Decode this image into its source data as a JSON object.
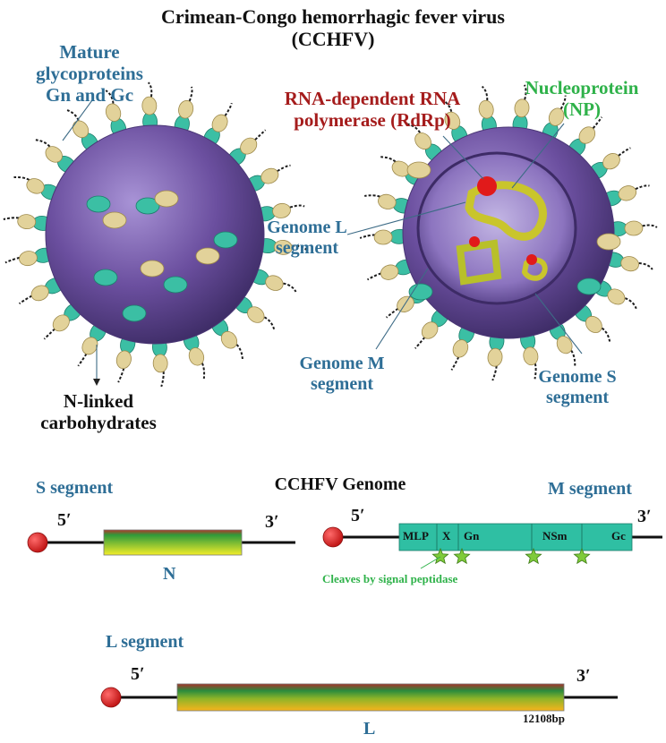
{
  "title": {
    "line1": "Crimean-Congo hemorrhagic fever virus",
    "line2": "(CCHFV)"
  },
  "virion_labels": {
    "glycoproteins": {
      "line1": "Mature",
      "line2": "glycoproteins",
      "line3": "Gn and Gc"
    },
    "carbohydrates": {
      "line1": "N-linked",
      "line2": "carbohydrates"
    },
    "rdrp": {
      "line1": "RNA-dependent RNA",
      "line2": "polymerase (RdRp)"
    },
    "nucleoprotein": {
      "line1": "Nucleoprotein",
      "line2": "(NP)"
    },
    "genome_l": {
      "line1": "Genome L",
      "line2": "segment"
    },
    "genome_m": {
      "line1": "Genome M",
      "line2": "segment"
    },
    "genome_s": {
      "line1": "Genome S",
      "line2": "segment"
    }
  },
  "genome": {
    "title": "CCHFV Genome",
    "s_segment": {
      "label": "S segment",
      "five_prime": "5ʹ",
      "three_prime": "3ʹ",
      "gene": "N"
    },
    "m_segment": {
      "label": "M segment",
      "five_prime": "5ʹ",
      "three_prime": "3ʹ",
      "domains": [
        "MLP",
        "X",
        "Gn",
        "NSm",
        "Gc"
      ],
      "cleavage_note": "Cleaves by signal peptidase"
    },
    "l_segment": {
      "label": "L segment",
      "five_prime": "5ʹ",
      "three_prime": "3ʹ",
      "gene": "L",
      "length": "12108bp"
    }
  },
  "colors": {
    "label_blue": "#2e6e96",
    "label_red": "#a51c1c",
    "label_green": "#2fb24a",
    "virion_purple": "#6a4d9e",
    "glycoprotein_teal": "#3bbfa4",
    "glycoprotein_tan": "#e2d29a",
    "cap_red": "#d92323"
  }
}
